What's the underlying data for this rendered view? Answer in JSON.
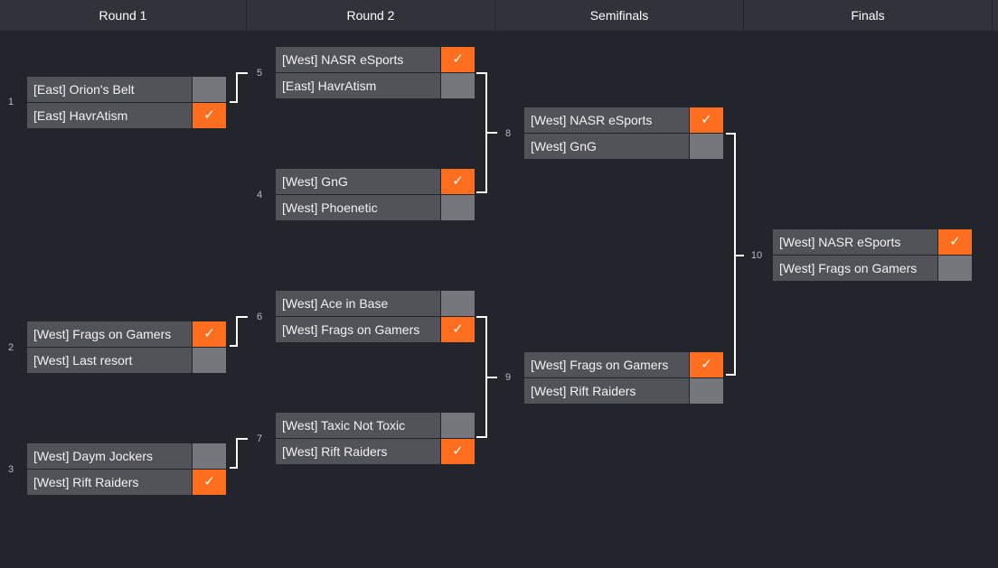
{
  "rounds": [
    {
      "label": "Round 1"
    },
    {
      "label": "Round 2"
    },
    {
      "label": "Semifinals"
    },
    {
      "label": "Finals"
    }
  ],
  "check_glyph": "✓",
  "colors": {
    "background": "#23252d",
    "header": "#31333a",
    "team_bg": "#515359",
    "score_bg": "#75777d",
    "winner": "#ff6e1e",
    "connector": "#ffffff"
  },
  "matches": [
    {
      "number": "1",
      "teams": [
        {
          "name": "[East] Orion's Belt",
          "won": false
        },
        {
          "name": "[East] HavrAtism",
          "won": true
        }
      ]
    },
    {
      "number": "2",
      "teams": [
        {
          "name": "[West] Frags on Gamers",
          "won": true
        },
        {
          "name": "[West] Last resort",
          "won": false
        }
      ]
    },
    {
      "number": "3",
      "teams": [
        {
          "name": "[West] Daym Jockers",
          "won": false
        },
        {
          "name": "[West] Rift Raiders",
          "won": true
        }
      ]
    },
    {
      "number": "5",
      "teams": [
        {
          "name": "[West] NASR eSports",
          "won": true
        },
        {
          "name": "[East] HavrAtism",
          "won": false
        }
      ]
    },
    {
      "number": "4",
      "teams": [
        {
          "name": "[West] GnG",
          "won": true
        },
        {
          "name": "[West] Phoenetic",
          "won": false
        }
      ]
    },
    {
      "number": "6",
      "teams": [
        {
          "name": "[West] Ace in Base",
          "won": false
        },
        {
          "name": "[West] Frags on Gamers",
          "won": true
        }
      ]
    },
    {
      "number": "7",
      "teams": [
        {
          "name": "[West] Taxic Not Toxic",
          "won": false
        },
        {
          "name": "[West] Rift Raiders",
          "won": true
        }
      ]
    },
    {
      "number": "8",
      "teams": [
        {
          "name": "[West] NASR eSports",
          "won": true
        },
        {
          "name": "[West] GnG",
          "won": false
        }
      ]
    },
    {
      "number": "9",
      "teams": [
        {
          "name": "[West] Frags on Gamers",
          "won": true
        },
        {
          "name": "[West] Rift Raiders",
          "won": false
        }
      ]
    },
    {
      "number": "10",
      "teams": [
        {
          "name": "[West] NASR eSports",
          "won": true
        },
        {
          "name": "[West] Frags on Gamers",
          "won": false
        }
      ]
    }
  ]
}
